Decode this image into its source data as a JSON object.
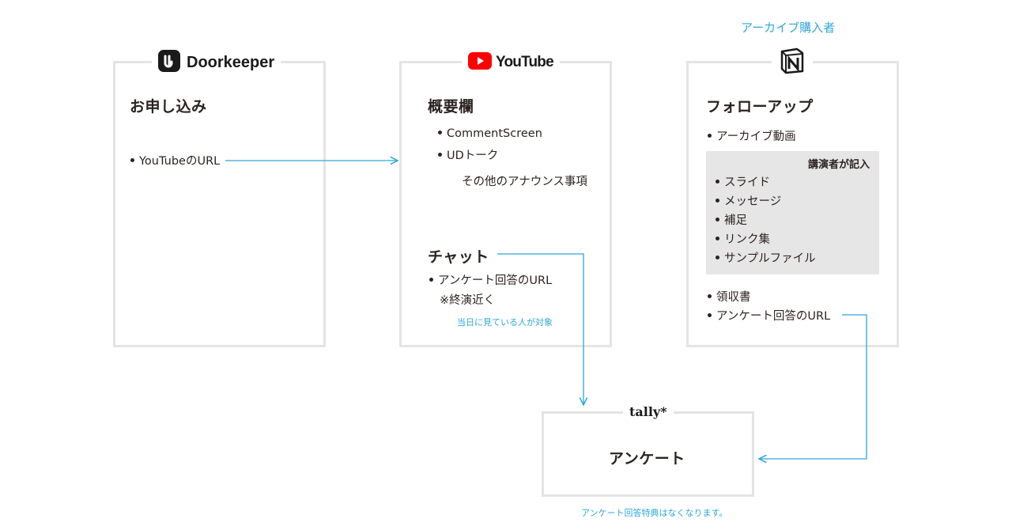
{
  "colors": {
    "box_border": "#e4e4e4",
    "arrow": "#2ea8d8",
    "text": "#2b2321",
    "youtube_red": "#ff0000",
    "panel": "#e6e6e6"
  },
  "doorkeeper": {
    "brand": "Doorkeeper",
    "heading": "お申し込み",
    "items": [
      "YouTubeのURL"
    ]
  },
  "youtube": {
    "brand": "YouTube",
    "heading": "概要欄",
    "items": [
      "CommentScreen",
      "UDトーク"
    ],
    "other": "その他のアナウンス事項",
    "chat_heading": "チャット",
    "chat_items": [
      "アンケート回答のURL"
    ],
    "chat_sub": "※終演近く",
    "chat_note": "当日に見ている人が対象"
  },
  "notion": {
    "icon": "notion-logo",
    "top_note": "アーカイブ購入者",
    "heading": "フォローアップ",
    "items": [
      "アーカイブ動画"
    ],
    "panel_title": "講演者が記入",
    "panel_items": [
      "スライド",
      "メッセージ",
      "補足",
      "リンク集",
      "サンプルファイル"
    ],
    "bottom_items": [
      "領収書",
      "アンケート回答のURL"
    ]
  },
  "tally": {
    "brand": "tally*",
    "heading": "アンケート",
    "note": "アンケート回答特典はなくなります。"
  }
}
